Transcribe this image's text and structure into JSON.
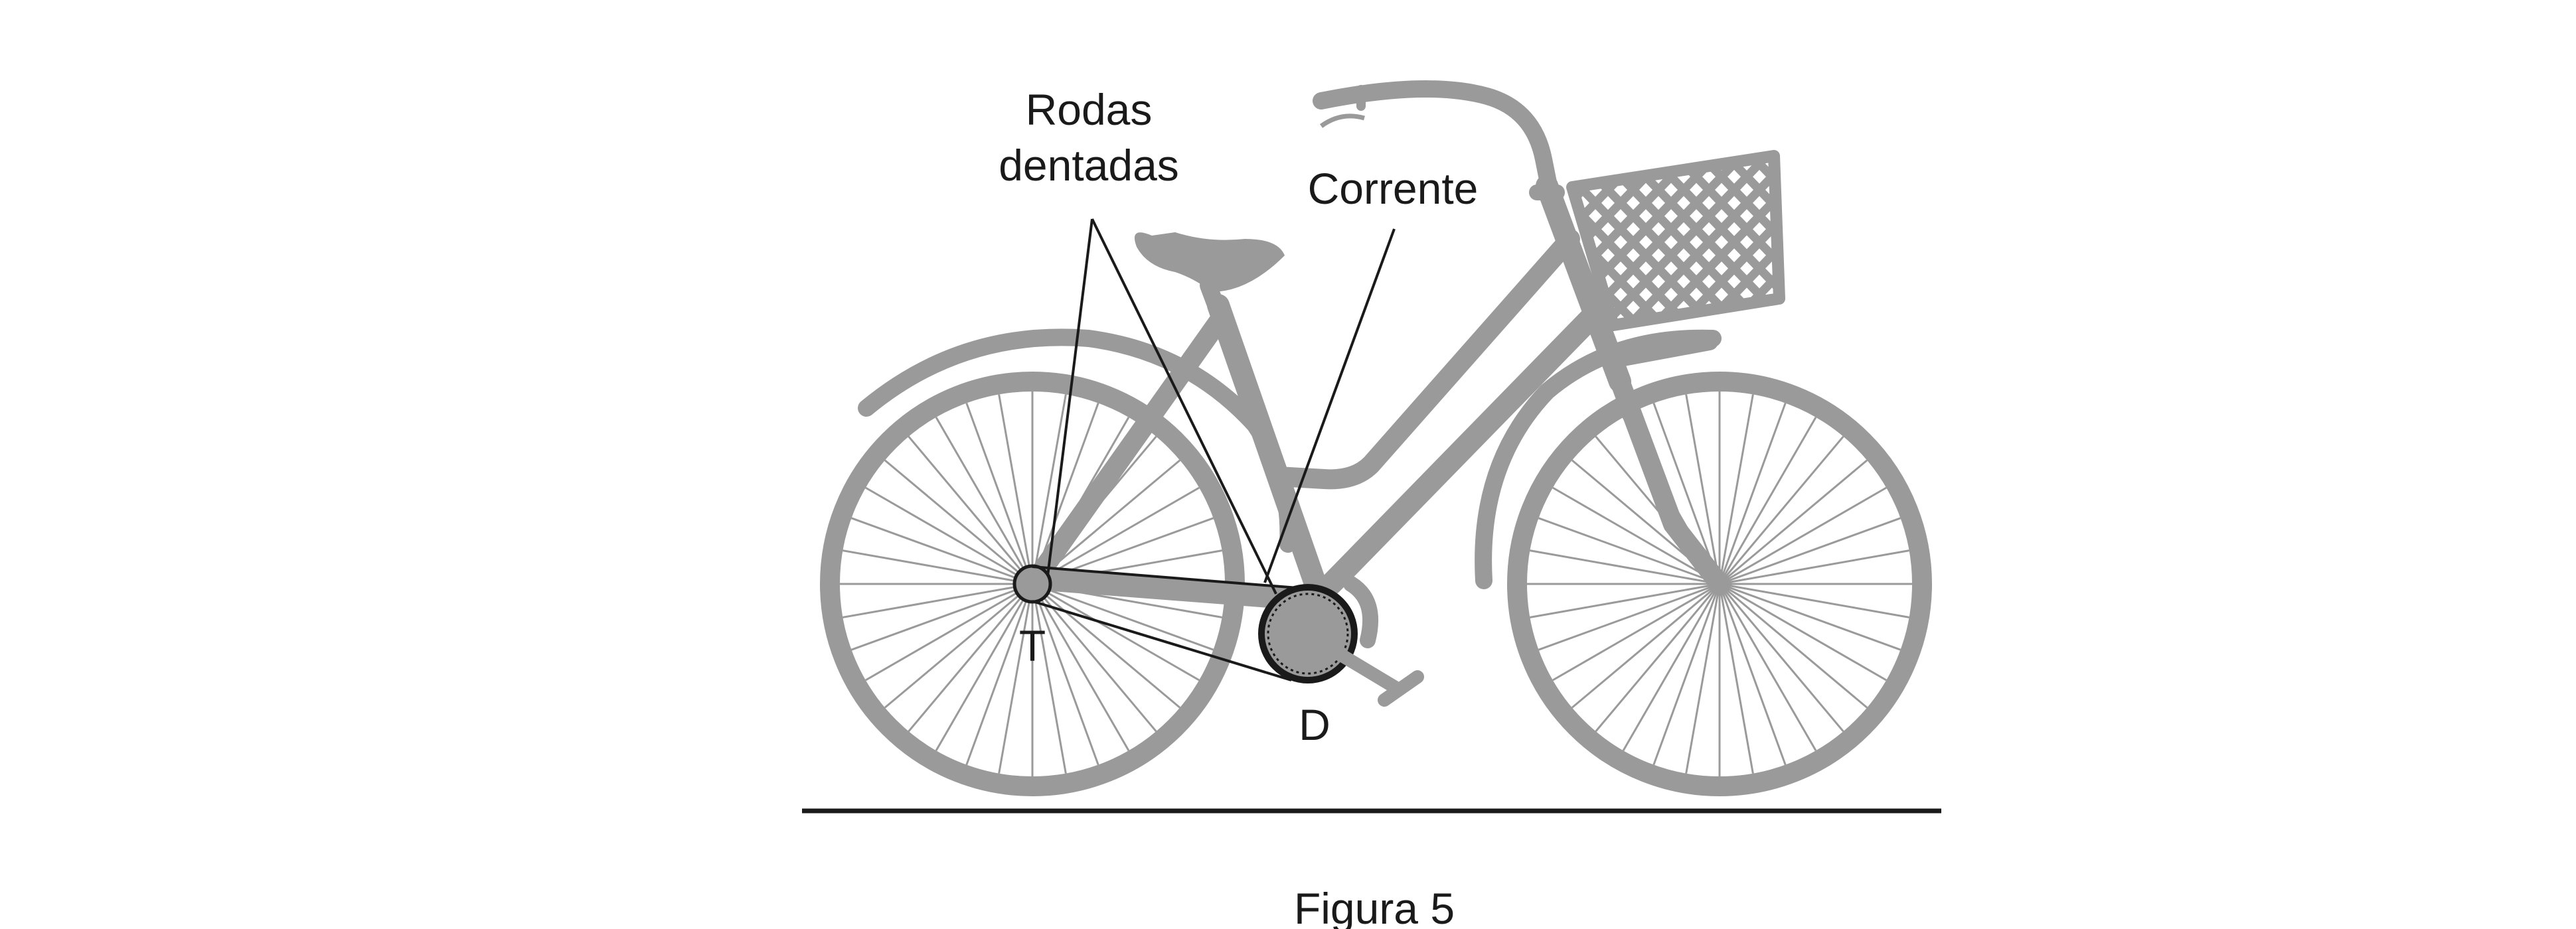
{
  "labels": {
    "sprockets": [
      "Rodas",
      "dentadas"
    ],
    "chain": "Corrente",
    "rear_sprocket": "T",
    "front_sprocket": "D",
    "caption": "Figura 5"
  },
  "colors": {
    "bike": "#9a9a9a",
    "ink": "#1a1a1a",
    "background": "#ffffff"
  }
}
